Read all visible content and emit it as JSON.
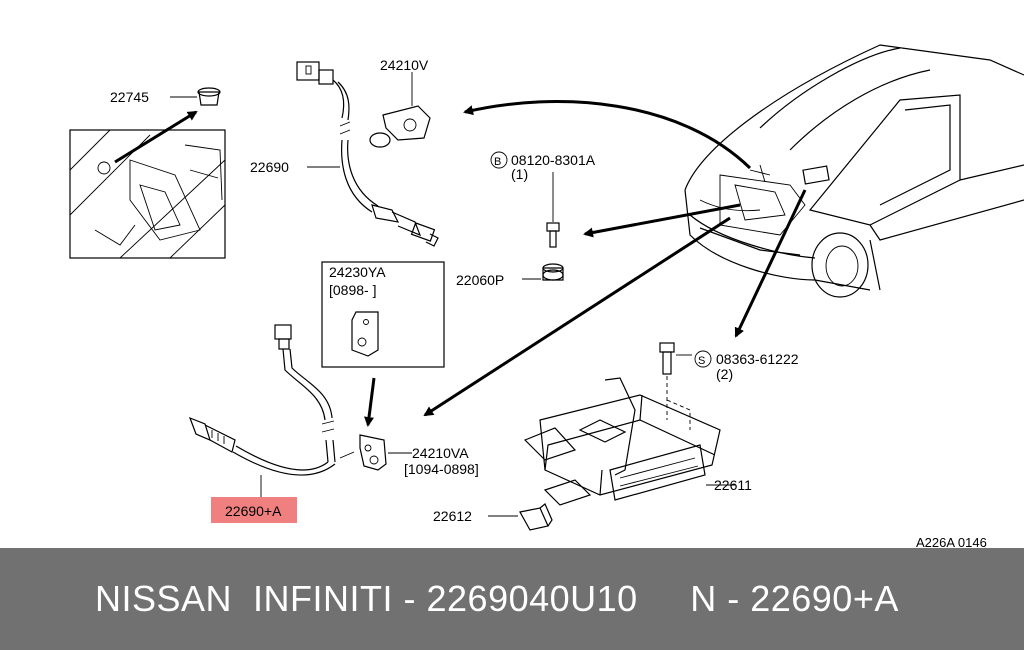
{
  "diagram": {
    "labels": {
      "p22745": "22745",
      "p24210V": "24210V",
      "p22690": "22690",
      "bolt08120": "08120-8301A",
      "bolt08120_qty": "(1)",
      "b_symbol": "B",
      "p22060P": "22060P",
      "p24230YA": "24230YA",
      "p24230YA_date": "[0898-        ]",
      "s_symbol": "S",
      "bolt08363": "08363-61222",
      "bolt08363_qty": "(2)",
      "p24210VA": "24210VA",
      "p24210VA_date": "[1094-0898]",
      "p22611": "22611",
      "p22612": "22612",
      "p22690A": "22690+A",
      "ref_code": "A226A 0146"
    },
    "highlight_color": "#f08080"
  },
  "footer": {
    "title": "NISSAN  INFINITI - 2269040U10     N - 22690+A",
    "background": "#717171"
  }
}
